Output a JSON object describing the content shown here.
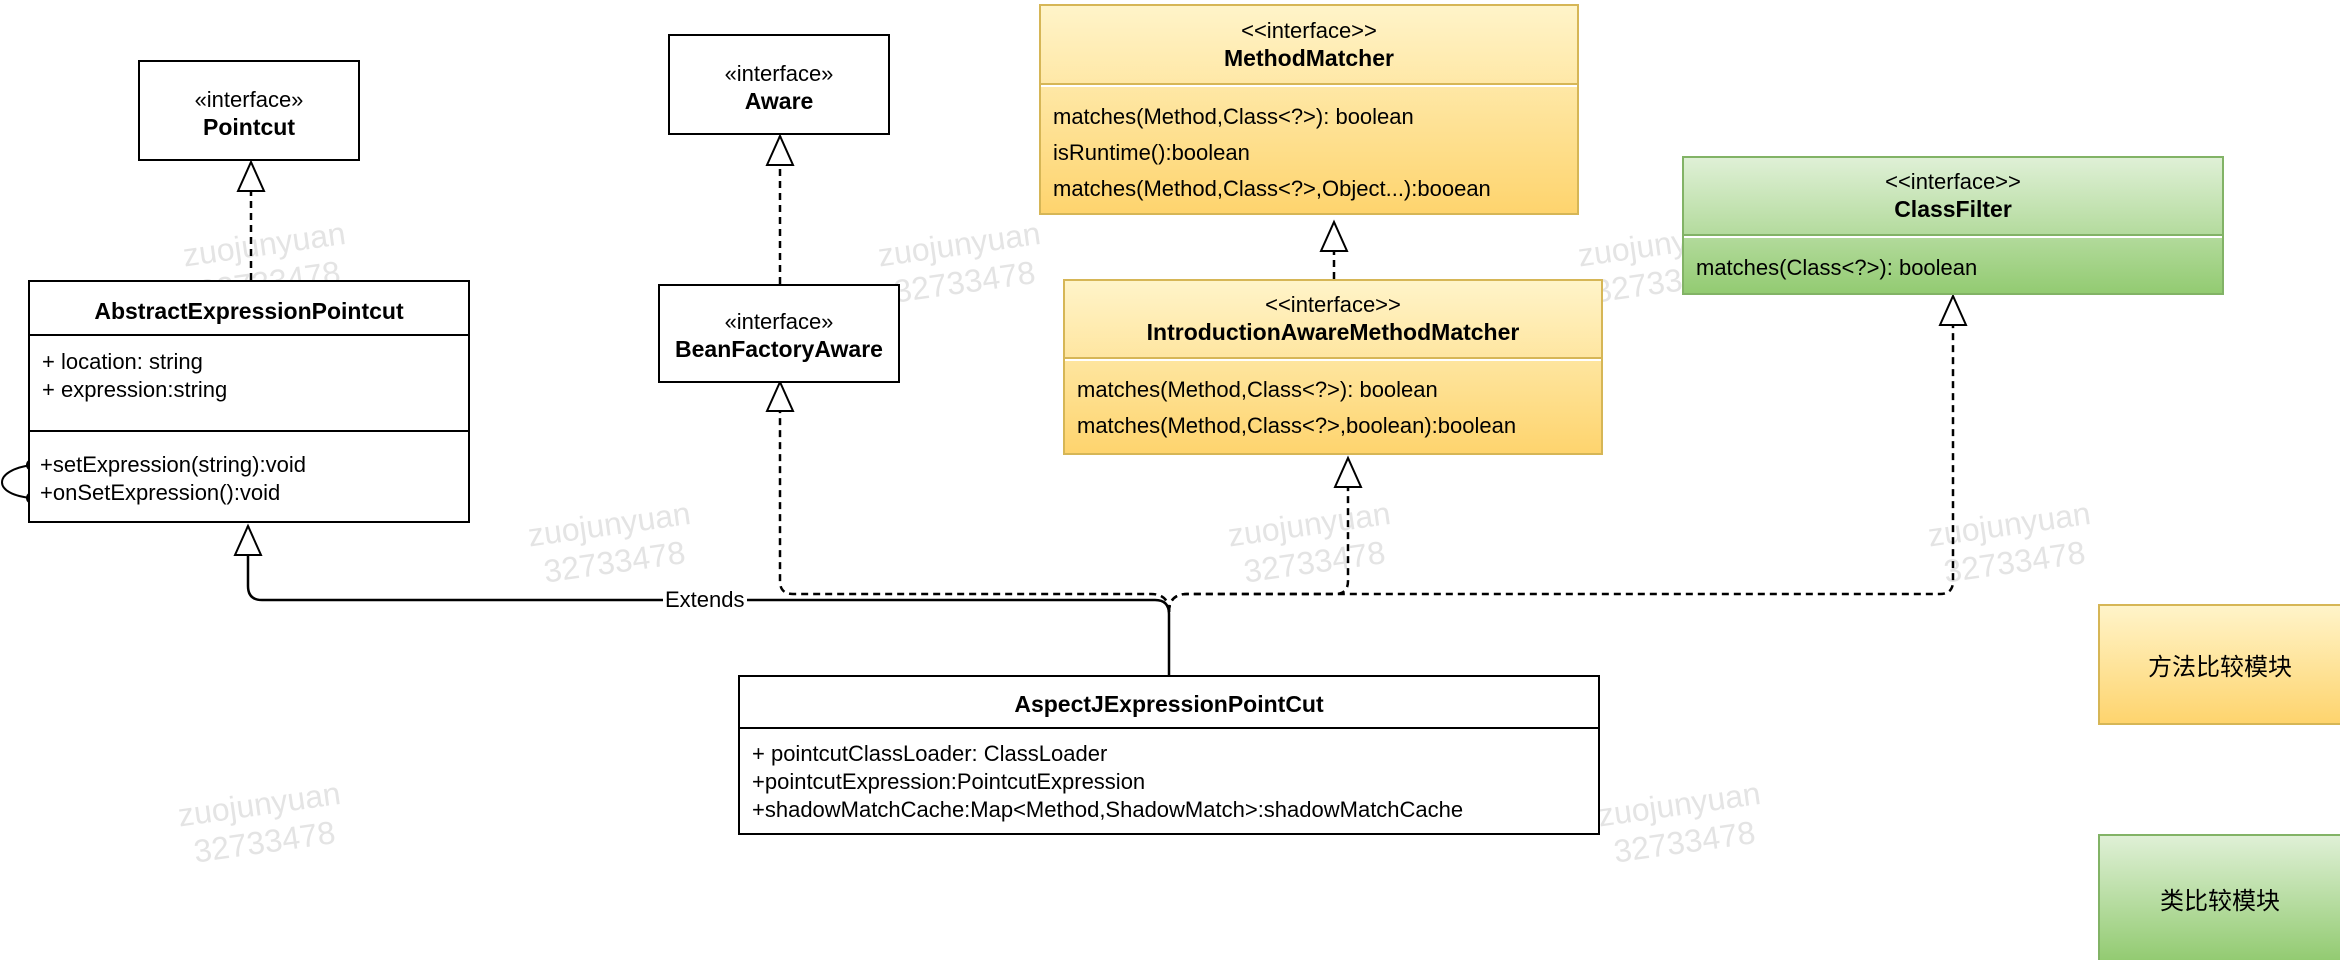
{
  "diagram": {
    "classes": {
      "pointcut": {
        "stereotype": "«interface»",
        "name": "Pointcut"
      },
      "aware": {
        "stereotype": "«interface»",
        "name": "Aware"
      },
      "bean_factory_aware": {
        "stereotype": "«interface»",
        "name": "BeanFactoryAware"
      },
      "method_matcher": {
        "stereotype": "<<interface>>",
        "name": "MethodMatcher",
        "methods": [
          "matches(Method,Class<?>): boolean",
          "isRuntime():boolean",
          "matches(Method,Class<?>,Object...):booean"
        ]
      },
      "introduction_aware": {
        "stereotype": "<<interface>>",
        "name": "IntroductionAwareMethodMatcher",
        "methods": [
          "matches(Method,Class<?>): boolean",
          "matches(Method,Class<?>,boolean):boolean"
        ]
      },
      "class_filter": {
        "stereotype": "<<interface>>",
        "name": "ClassFilter",
        "methods": [
          "matches(Class<?>): boolean"
        ]
      },
      "abstract_expression_pointcut": {
        "name": "AbstractExpressionPointcut",
        "attributes": [
          "+ location: string",
          "+ expression:string"
        ],
        "methods": [
          "+setExpression(string):void",
          "+onSetExpression():void"
        ]
      },
      "aspectj": {
        "name": "AspectJExpressionPointCut",
        "attributes": [
          "+ pointcutClassLoader: ClassLoader",
          "+pointcutExpression:PointcutExpression",
          "+shadowMatchCache:Map<Method,ShadowMatch>:shadowMatchCache"
        ]
      }
    },
    "edge_label": "Extends",
    "legend": {
      "method_module": "方法比较模块",
      "class_module": "类比较模块"
    },
    "watermark": {
      "line1": "zuojunyuan",
      "line2": "32733478"
    },
    "colors": {
      "yellow_fill": "#fed46e",
      "yellow_border": "#d6b656",
      "green_fill": "#93cb72",
      "green_border": "#82b366"
    }
  }
}
